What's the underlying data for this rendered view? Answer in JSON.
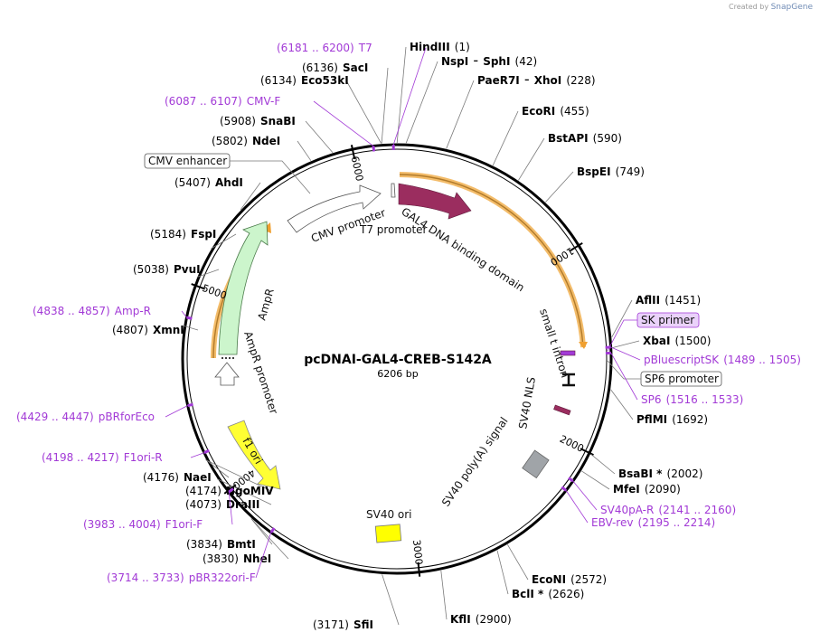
{
  "credit": {
    "prefix": "Created by",
    "brand": "SnapGene"
  },
  "plasmid": {
    "name": "pcDNAI-GAL4-CREB-S142A",
    "size_label": "6206 bp",
    "length": 6206
  },
  "ticks": [
    {
      "bp": 1000,
      "label": "1000"
    },
    {
      "bp": 2000,
      "label": "2000"
    },
    {
      "bp": 3000,
      "label": "3000"
    },
    {
      "bp": 4000,
      "label": "4000"
    },
    {
      "bp": 5000,
      "label": "5000"
    },
    {
      "bp": 6000,
      "label": "6000"
    }
  ],
  "enzymes": [
    {
      "name": "HindIII",
      "pos": "(1)",
      "bp": 1
    },
    {
      "name": "NspI",
      "name2": "SphI",
      "pos": "(42)",
      "bp": 42
    },
    {
      "name": "PaeR7I",
      "name2": "XhoI",
      "pos": "(228)",
      "bp": 228
    },
    {
      "name": "EcoRI",
      "pos": "(455)",
      "bp": 455
    },
    {
      "name": "BstAPI",
      "pos": "(590)",
      "bp": 590
    },
    {
      "name": "BspEI",
      "pos": "(749)",
      "bp": 749
    },
    {
      "name": "AflII",
      "pos": "(1451)",
      "bp": 1451
    },
    {
      "name": "XbaI",
      "pos": "(1500)",
      "bp": 1500
    },
    {
      "name": "PflMI",
      "pos": "(1692)",
      "bp": 1692
    },
    {
      "name": "BsaBI *",
      "pos": "(2002)",
      "bp": 2002
    },
    {
      "name": "MfeI",
      "pos": "(2090)",
      "bp": 2090
    },
    {
      "name": "EcoNI",
      "pos": "(2572)",
      "bp": 2572
    },
    {
      "name": "BclI *",
      "pos": "(2626)",
      "bp": 2626
    },
    {
      "name": "KflI",
      "pos": "(2900)",
      "bp": 2900
    },
    {
      "name": "SfiI",
      "pos": "(3171)",
      "bp": 3171
    },
    {
      "name": "NheI",
      "pos": "(3830)",
      "bp": 3830
    },
    {
      "name": "BmtI",
      "pos": "(3834)",
      "bp": 3834
    },
    {
      "name": "DraIII",
      "pos": "(4073)",
      "bp": 4073
    },
    {
      "name": "NgoMIV",
      "pos": "(4174)",
      "bp": 4174
    },
    {
      "name": "NaeI",
      "pos": "(4176)",
      "bp": 4176
    },
    {
      "name": "XmnI",
      "pos": "(4807)",
      "bp": 4807
    },
    {
      "name": "PvuI",
      "pos": "(5038)",
      "bp": 5038
    },
    {
      "name": "FspI",
      "pos": "(5184)",
      "bp": 5184
    },
    {
      "name": "AhdI",
      "pos": "(5407)",
      "bp": 5407
    },
    {
      "name": "NdeI",
      "pos": "(5802)",
      "bp": 5802
    },
    {
      "name": "SnaBI",
      "pos": "(5908)",
      "bp": 5908
    },
    {
      "name": "Eco53kI",
      "pos": "(6134)",
      "bp": 6134
    },
    {
      "name": "SacI",
      "pos": "(6136)",
      "bp": 6136
    }
  ],
  "primers": [
    {
      "name": "T7",
      "pos": "(6181 .. 6200)",
      "bp": 6190
    },
    {
      "name": "CMV-F",
      "pos": "(6087 .. 6107)",
      "bp": 6097
    },
    {
      "name": "pBluescriptSK",
      "pos": "(1489 .. 1505)",
      "bp": 1497
    },
    {
      "name": "SP6",
      "pos": "(1516 .. 1533)",
      "bp": 1524
    },
    {
      "name": "SV40pA-R",
      "pos": "(2141 .. 2160)",
      "bp": 2150
    },
    {
      "name": "EBV-rev",
      "pos": "(2195 .. 2214)",
      "bp": 2204
    },
    {
      "name": "pBR322ori-F",
      "pos": "(3714 .. 3733)",
      "bp": 3723
    },
    {
      "name": "F1ori-F",
      "pos": "(3983 .. 4004)",
      "bp": 3993
    },
    {
      "name": "F1ori-R",
      "pos": "(4198 .. 4217)",
      "bp": 4207
    },
    {
      "name": "pBRforEco",
      "pos": "(4429 .. 4447)",
      "bp": 4438
    },
    {
      "name": "Amp-R",
      "pos": "(4838 .. 4857)",
      "bp": 4847
    }
  ],
  "boxed_labels": [
    {
      "text": "CMV enhancer"
    },
    {
      "text": "SK primer"
    },
    {
      "text": "SP6 promoter"
    }
  ],
  "features": [
    {
      "name": "GAL4 DNA binding domain",
      "color": "#9b2d5f"
    },
    {
      "name": "CMV promoter",
      "color": "#ffffff"
    },
    {
      "name": "T7 promoter",
      "color": "#ffffff"
    },
    {
      "name": "AmpR",
      "color": "#ccf5cc"
    },
    {
      "name": "AmpR promoter",
      "color": "#ffffff"
    },
    {
      "name": "f1 ori",
      "color": "#ffff33"
    },
    {
      "name": "SV40 ori",
      "color": "#ffff00"
    },
    {
      "name": "SV40 poly(A) signal",
      "color": "#a0a4a8"
    },
    {
      "name": "SV40 NLS",
      "color": "#9b2d5f"
    },
    {
      "name": "small t intron",
      "color": "#111111"
    }
  ],
  "colors": {
    "backbone": "#000000",
    "orf_highlight": "#f2b55a",
    "primer": "#a23ad6",
    "leader": "#7a7a7a"
  }
}
